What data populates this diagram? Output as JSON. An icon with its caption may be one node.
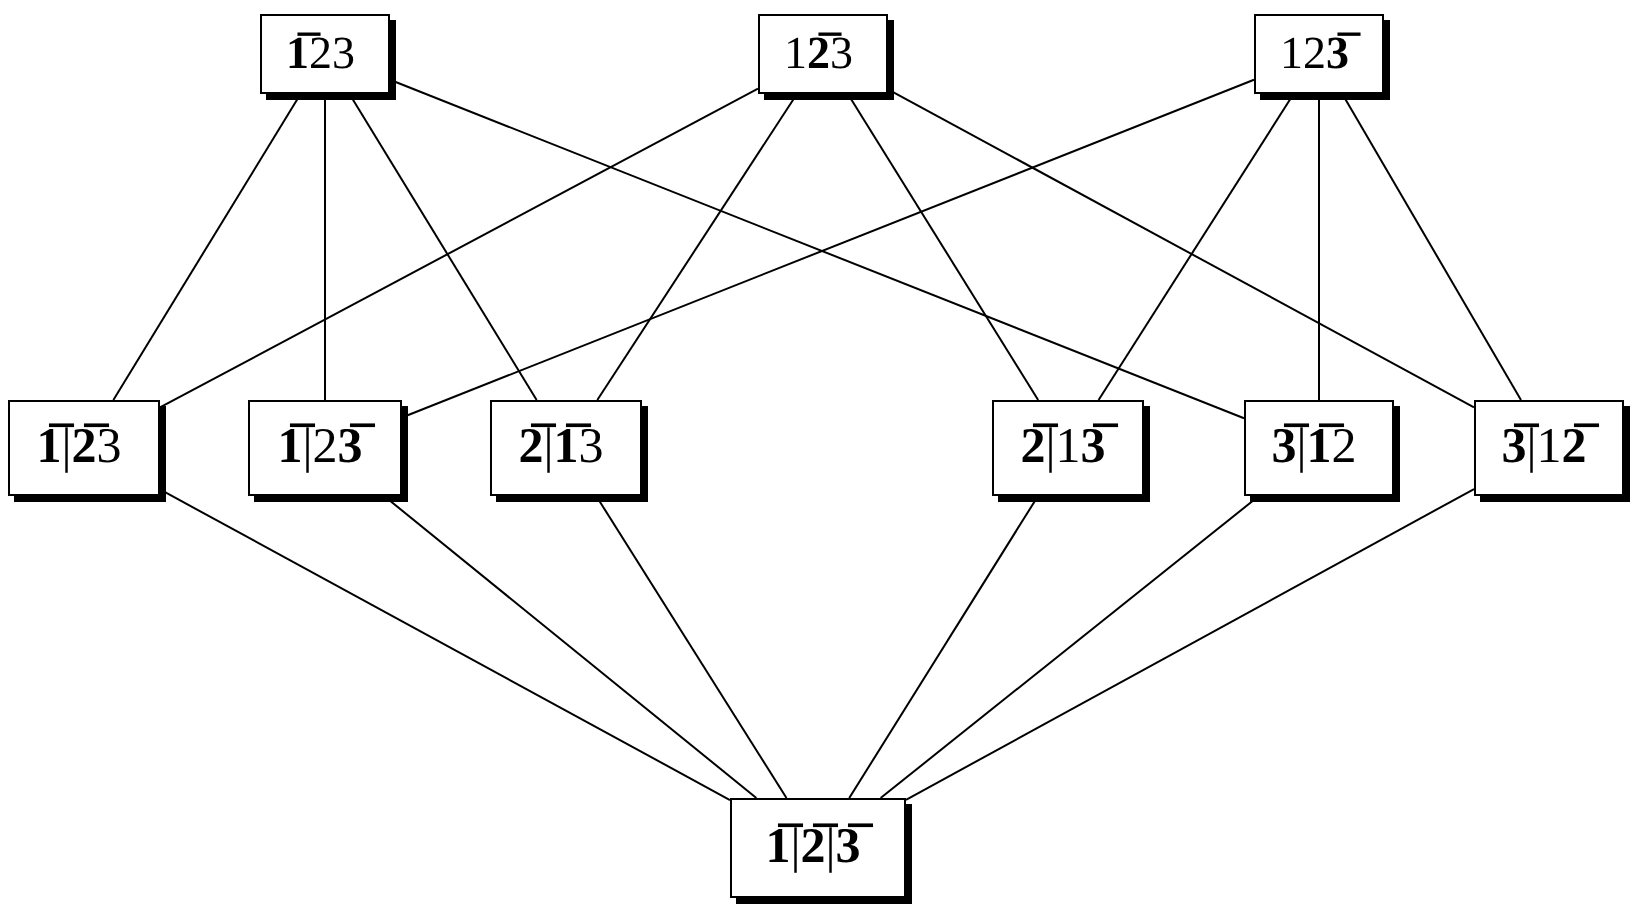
{
  "diagram": {
    "nodes": [
      {
        "text": [
          "**1̅**23"
        ]
      },
      {
        "text": [
          "1**2̅**3"
        ]
      },
      {
        "text": [
          "12**3̅**"
        ]
      },
      {
        "text": [
          "**1̅**|**2̅**3"
        ]
      },
      {
        "text": [
          "**1̅**|2**3̅**"
        ]
      },
      {
        "text": [
          "**2̅**|**1̅**3"
        ]
      },
      {
        "text": [
          "**2̅**|1**3̅**"
        ]
      },
      {
        "text": [
          "**3̅**|**1̅**2"
        ]
      },
      {
        "text": [
          "**3̅**|1**2̅**"
        ]
      },
      {
        "text": [
          "**1̅**|**2̅**|**3̅**"
        ]
      }
    ],
    "edges": [
      {
        "from": 0,
        "to": 3,
        "arrow": "none"
      },
      {
        "from": 0,
        "to": 4,
        "arrow": "none"
      },
      {
        "from": 0,
        "to": 5,
        "arrow": "none"
      },
      {
        "from": 0,
        "to": 7,
        "arrow": "none"
      },
      {
        "from": 1,
        "to": 3,
        "arrow": "none"
      },
      {
        "from": 1,
        "to": 5,
        "arrow": "none"
      },
      {
        "from": 1,
        "to": 6,
        "arrow": "none"
      },
      {
        "from": 1,
        "to": 8,
        "arrow": "none"
      },
      {
        "from": 2,
        "to": 4,
        "arrow": "none"
      },
      {
        "from": 2,
        "to": 6,
        "arrow": "none"
      },
      {
        "from": 2,
        "to": 7,
        "arrow": "none"
      },
      {
        "from": 2,
        "to": 8,
        "arrow": "none"
      },
      {
        "from": 3,
        "to": 9,
        "arrow": "none"
      },
      {
        "from": 4,
        "to": 9,
        "arrow": "none"
      },
      {
        "from": 5,
        "to": 9,
        "arrow": "none"
      },
      {
        "from": 6,
        "to": 9,
        "arrow": "none"
      },
      {
        "from": 7,
        "to": 9,
        "arrow": "none"
      },
      {
        "from": 8,
        "to": 9,
        "arrow": "none"
      }
    ]
  }
}
